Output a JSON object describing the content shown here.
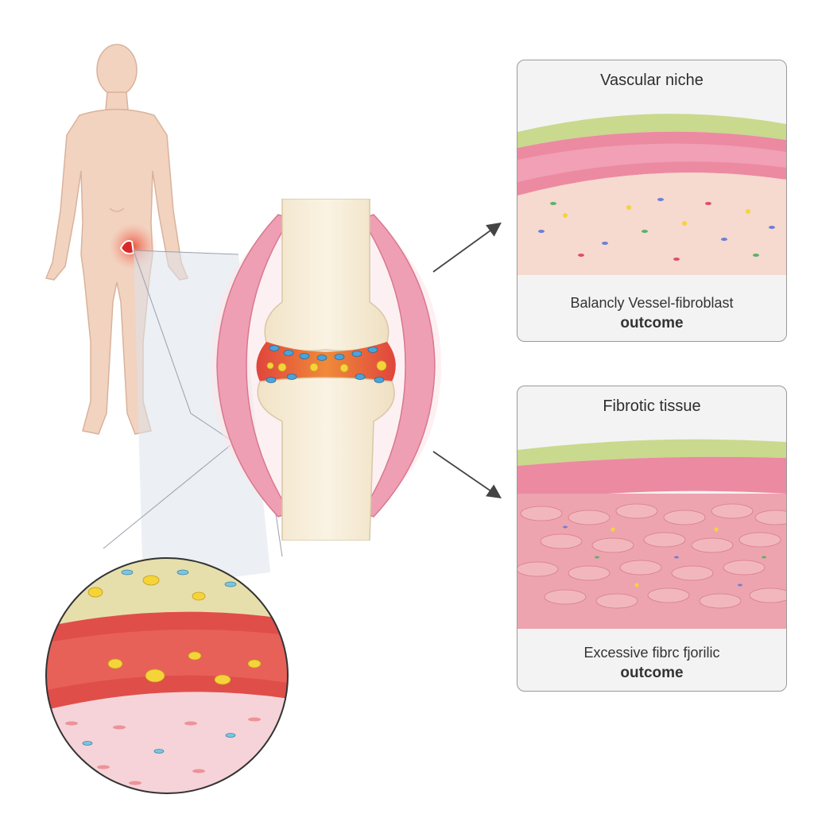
{
  "panels": {
    "vascular": {
      "title": "Vascular niche",
      "caption_line1": "Balancly Vessel-fibroblast",
      "caption_line2": "outcome"
    },
    "fibrotic": {
      "title": "Fibrotic tissue",
      "caption_line1": "Excessive fibrc fjorilic",
      "caption_line2": "outcome"
    }
  },
  "colors": {
    "skin": "#f2d3c0",
    "bone": "#f4ead3",
    "muscle_pink": "#ef9fb3",
    "vessel_red": "#e35a55",
    "green_layer": "#c9d98e",
    "panel_bg": "#f3f3f3",
    "highlight_red": "#d92a2a"
  }
}
